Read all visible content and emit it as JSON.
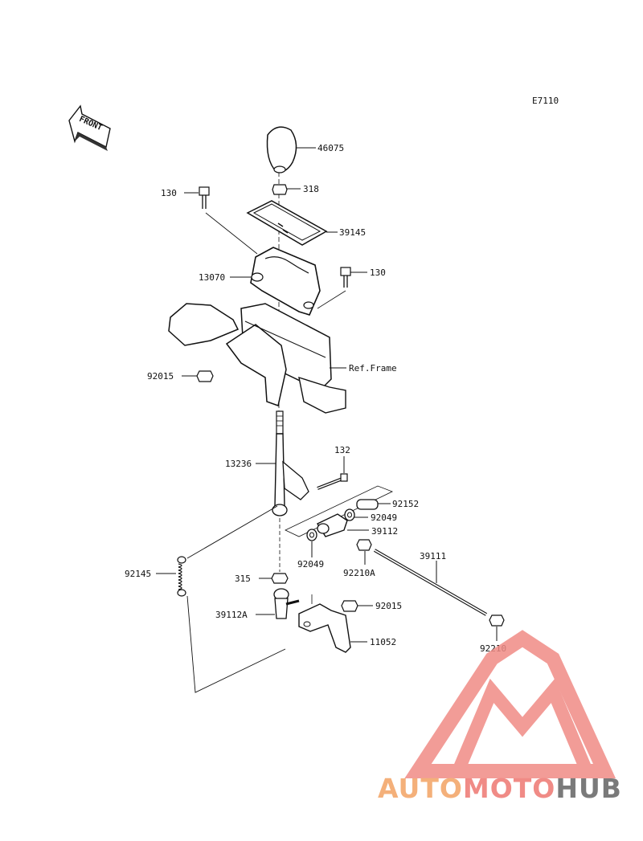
{
  "diagram_code": "E7110",
  "front_label": "FRONT",
  "ref_frame": "Ref.Frame",
  "parts": {
    "p46075": "46075",
    "p318": "318",
    "p130_top": "130",
    "p39145": "39145",
    "p13070": "13070",
    "p130_right": "130",
    "p92015_top": "92015",
    "p132": "132",
    "p13236": "13236",
    "p92152": "92152",
    "p92049_right": "92049",
    "p39112": "39112",
    "p39111": "39111",
    "p92145": "92145",
    "p92049_left": "92049",
    "p92210A": "92210A",
    "p315": "315",
    "p92015_bottom": "92015",
    "p39112A": "39112A",
    "p11052": "11052",
    "p92210": "92210"
  },
  "watermark": {
    "part1": "AUTO",
    "part2": "MOTO",
    "part3": "HUB",
    "colors": {
      "auto": "#f4b07a",
      "moto": "#f08b86",
      "hub": "#7a7a7a",
      "triangle": "#f08b86"
    }
  }
}
